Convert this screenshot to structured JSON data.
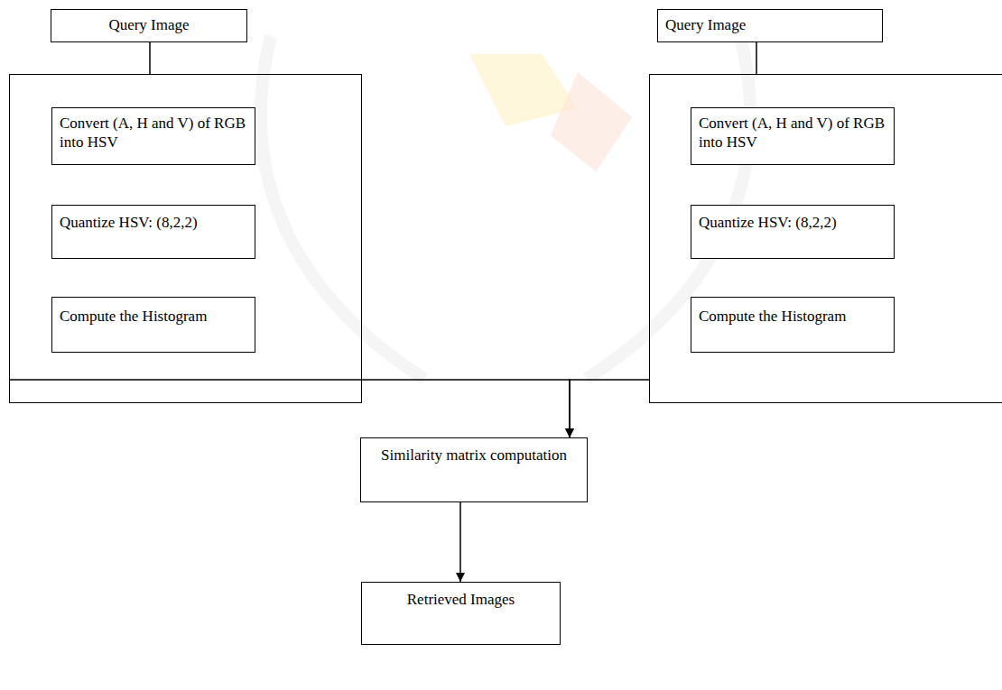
{
  "diagram": {
    "nodes": [
      {
        "text": [
          "Query Image"
        ]
      },
      {
        "text": []
      },
      {
        "text": [
          "Convert (A, H and V) of RGB into HSV"
        ],
        "in": 1
      },
      {
        "text": [
          "Quantize HSV: (8,2,2)"
        ],
        "in": 1
      },
      {
        "text": [
          "Compute the Histogram"
        ],
        "in": 1
      },
      {
        "text": [
          "Query Image"
        ]
      },
      {
        "text": []
      },
      {
        "text": [
          "Convert (A, H and V) of RGB into HSV"
        ],
        "in": 6
      },
      {
        "text": [
          "Quantize HSV: (8,2,2)"
        ],
        "in": 6
      },
      {
        "text": [
          "Compute the Histogram"
        ],
        "in": 6
      },
      {
        "text": [
          "Similarity matrix computation"
        ]
      },
      {
        "text": [
          "Retrieved Images"
        ]
      }
    ],
    "edges": [
      {
        "from": 0,
        "to": 1,
        "arrow": "none"
      },
      {
        "from": 5,
        "to": 6,
        "arrow": "none"
      },
      {
        "from": 1,
        "to": 10,
        "arrow": "to"
      },
      {
        "from": 6,
        "to": 10,
        "arrow": "to"
      },
      {
        "from": 10,
        "to": 11,
        "arrow": "to"
      }
    ]
  }
}
